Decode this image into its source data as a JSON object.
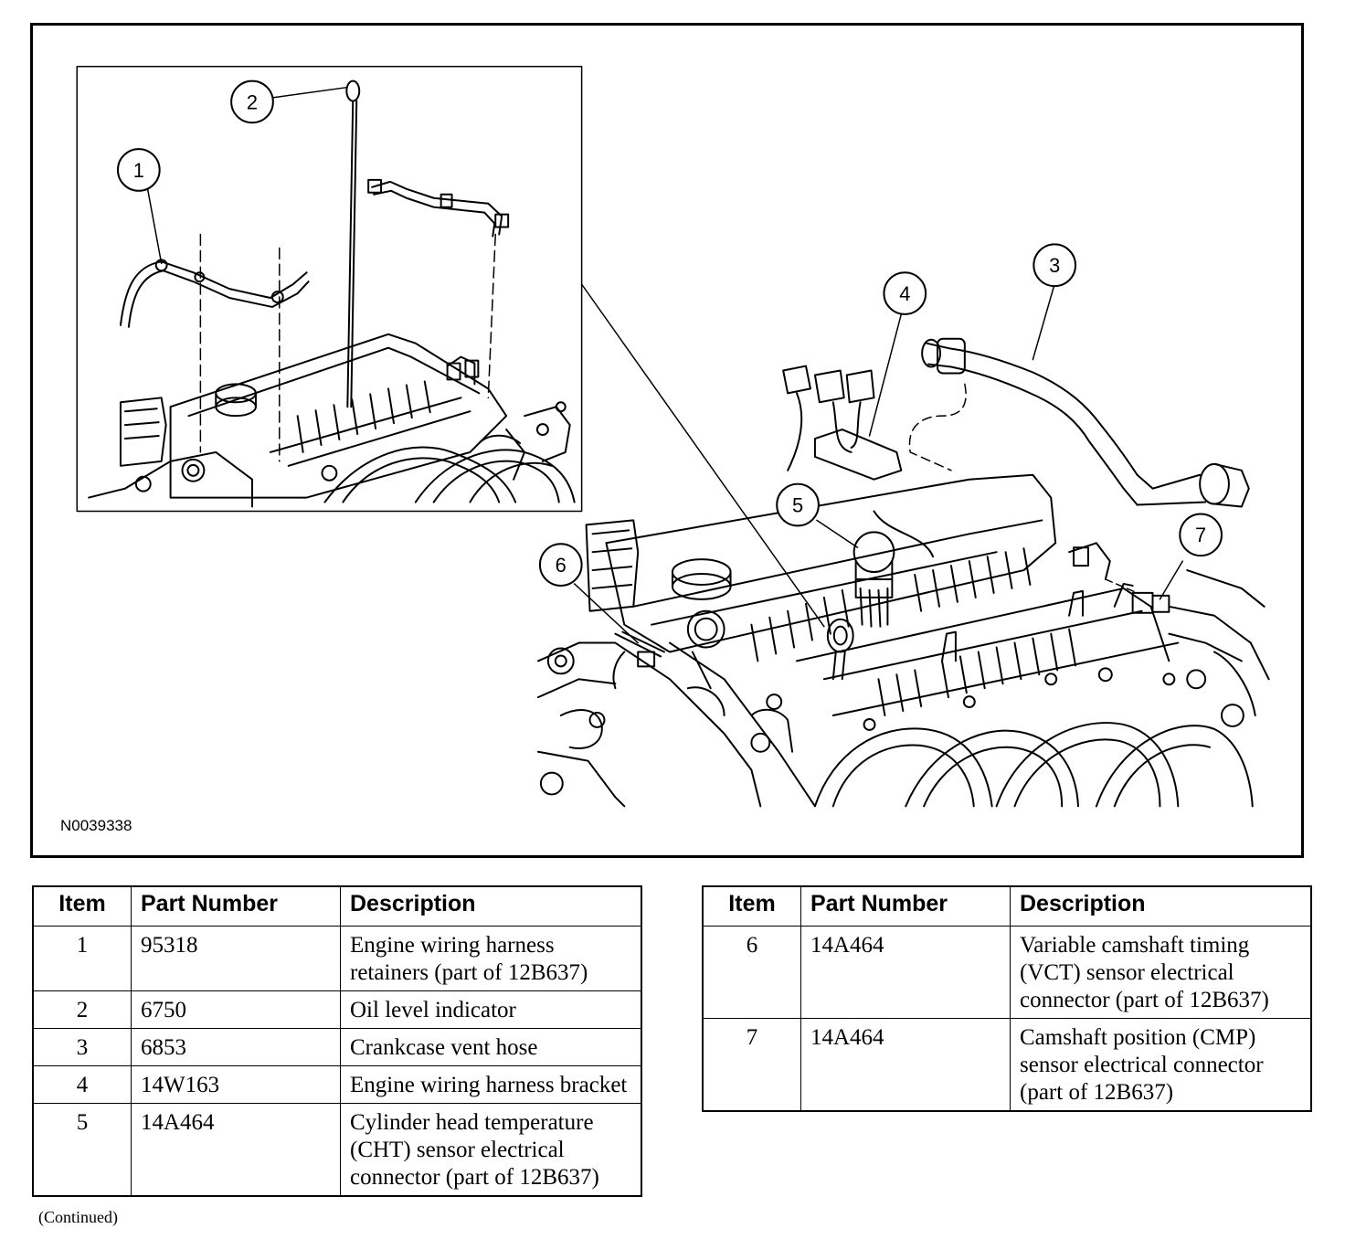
{
  "figure": {
    "code": "N0039338",
    "callouts": [
      "1",
      "2",
      "3",
      "4",
      "5",
      "6",
      "7"
    ]
  },
  "table": {
    "headers": [
      "Item",
      "Part Number",
      "Description"
    ],
    "left_rows": [
      {
        "item": "1",
        "part": "95318",
        "desc": "Engine wiring harness retainers (part of 12B637)"
      },
      {
        "item": "2",
        "part": "6750",
        "desc": "Oil level indicator"
      },
      {
        "item": "3",
        "part": "6853",
        "desc": "Crankcase vent hose"
      },
      {
        "item": "4",
        "part": "14W163",
        "desc": "Engine wiring harness bracket"
      },
      {
        "item": "5",
        "part": "14A464",
        "desc": "Cylinder head temperature (CHT) sensor electrical connector (part of 12B637)"
      }
    ],
    "right_rows": [
      {
        "item": "6",
        "part": "14A464",
        "desc": "Variable camshaft timing (VCT) sensor electrical connector (part of 12B637)"
      },
      {
        "item": "7",
        "part": "14A464",
        "desc": "Camshaft position (CMP) sensor electrical connector (part of 12B637)"
      }
    ]
  },
  "footer": {
    "continued": "(Continued)"
  }
}
